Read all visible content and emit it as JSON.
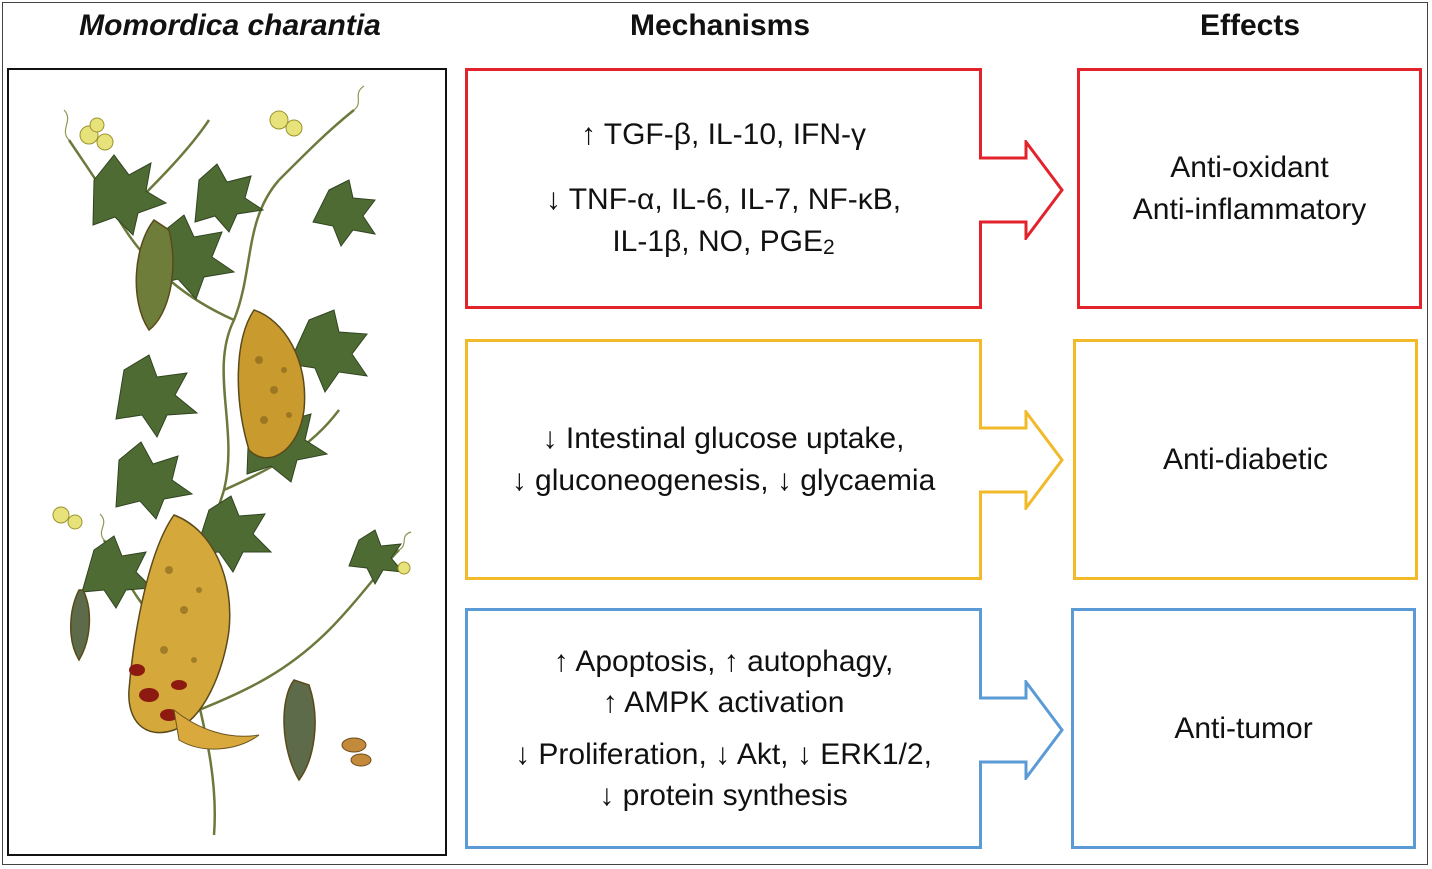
{
  "headers": {
    "plant": "Momordica charantia",
    "mechanisms": "Mechanisms",
    "effects": "Effects"
  },
  "rows": [
    {
      "color": "#e3232b",
      "mechanism_groups": [
        [
          "↑ TGF-β, IL-10, IFN-γ"
        ],
        [
          "↓ TNF-α, IL-6, IL-7, NF-κB,",
          "IL-1β, NO, PGE"
        ]
      ],
      "pge_subscript": "2",
      "effects": [
        "Anti-oxidant",
        "Anti-inflammatory"
      ]
    },
    {
      "color": "#f2b928",
      "mechanism_groups": [
        [
          "↓ Intestinal glucose uptake,",
          "↓ gluconeogenesis, ↓ glycaemia"
        ]
      ],
      "effects": [
        "Anti-diabetic"
      ]
    },
    {
      "color": "#5b9bd5",
      "mechanism_groups": [
        [
          "↑ Apoptosis, ↑ autophagy,",
          "↑ AMPK activation"
        ],
        [
          "↓ Proliferation, ↓ Akt, ↓ ERK1/2,",
          "↓ protein synthesis"
        ]
      ],
      "effects": [
        "Anti-tumor"
      ]
    }
  ]
}
